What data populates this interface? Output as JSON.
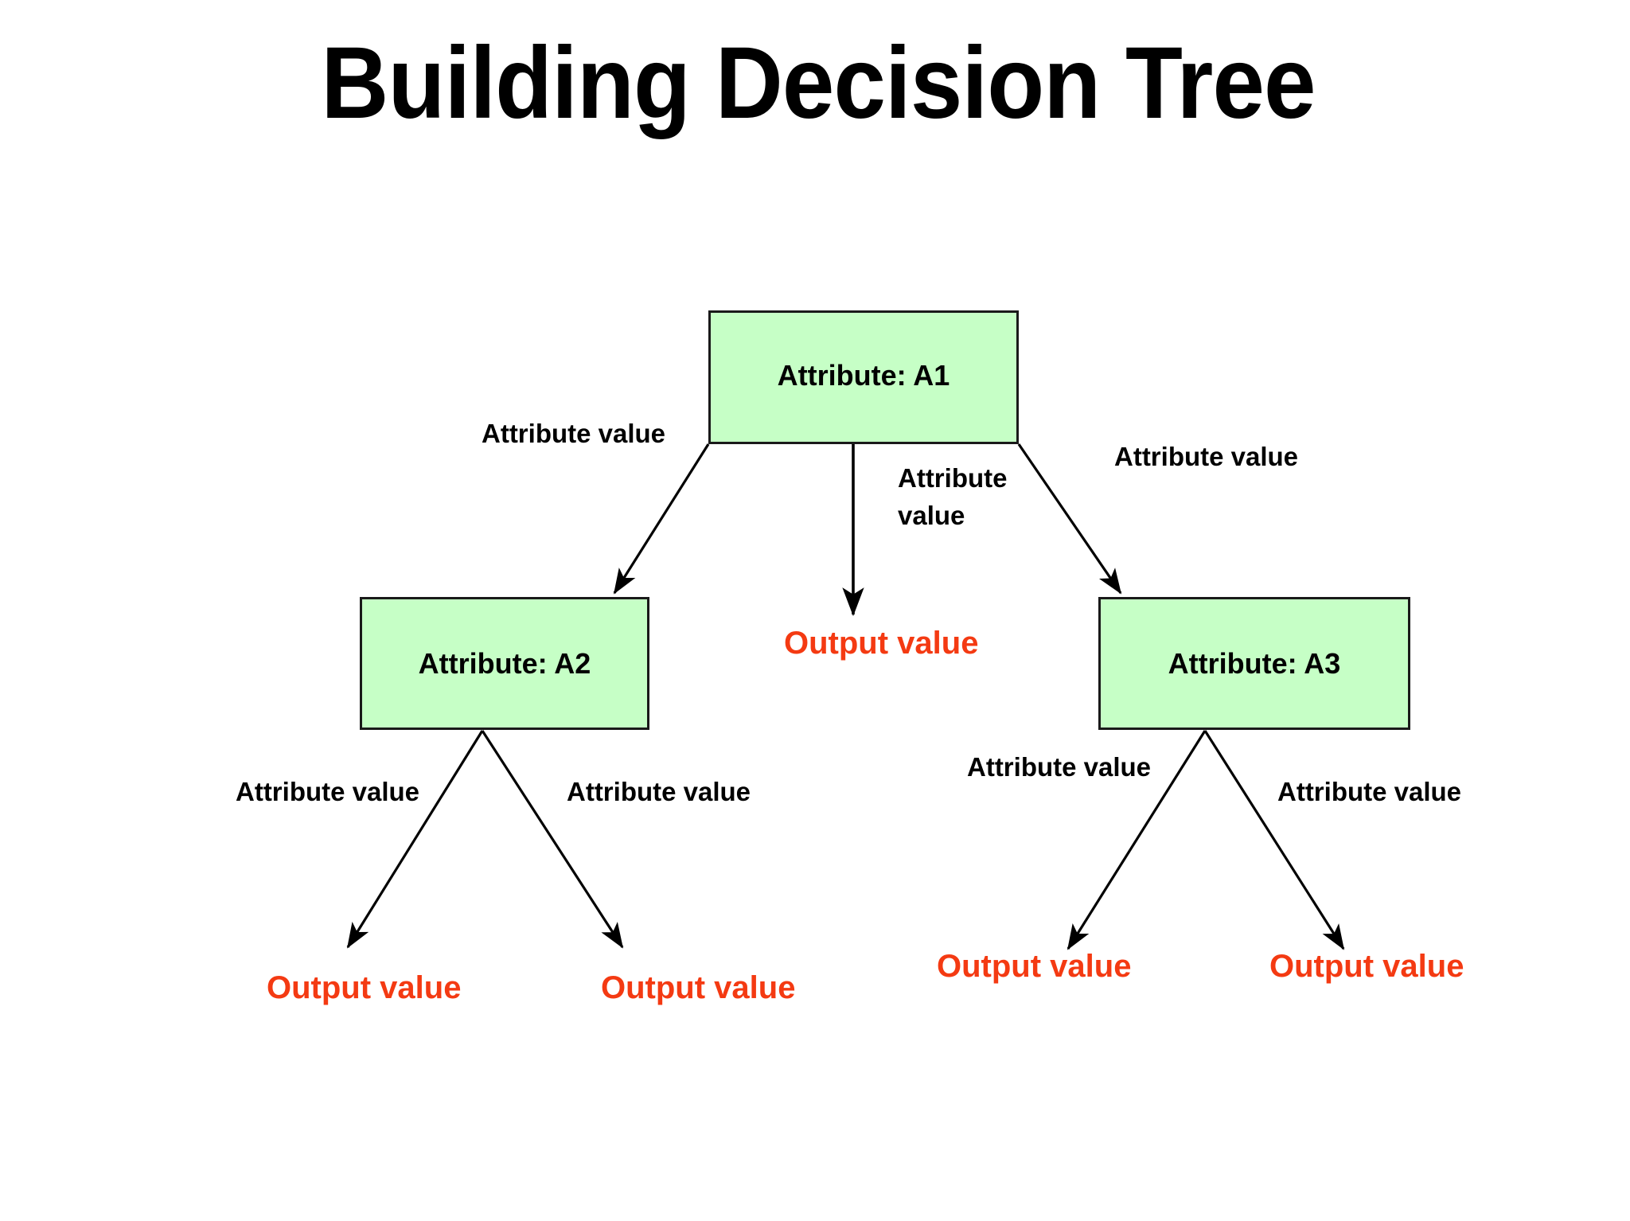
{
  "slide": {
    "title": "Building Decision Tree",
    "background_color": "#ffffff"
  },
  "theme": {
    "node_fill": "#c6ffc6",
    "node_border": "#1a1a1a",
    "edge_color": "#000000",
    "label_color": "#000000",
    "output_color": "#f43a12"
  },
  "diagram": {
    "type": "decision-tree",
    "nodes": [
      {
        "id": "a1",
        "label": "Attribute: A1",
        "level": 0
      },
      {
        "id": "a2",
        "label": "Attribute: A2",
        "level": 1
      },
      {
        "id": "a3",
        "label": "Attribute: A3",
        "level": 1
      }
    ],
    "edge_labels": {
      "a1_left": "Attribute value",
      "a1_middle_line1": "Attribute",
      "a1_middle_line2": "value",
      "a1_right": "Attribute value",
      "a2_left": "Attribute value",
      "a2_right": "Attribute value",
      "a3_left": "Attribute value",
      "a3_right": "Attribute value"
    },
    "leaves": {
      "a1_middle": "Output value",
      "a2_left": "Output value",
      "a2_right": "Output value",
      "a3_left": "Output value",
      "a3_right": "Output value"
    }
  }
}
